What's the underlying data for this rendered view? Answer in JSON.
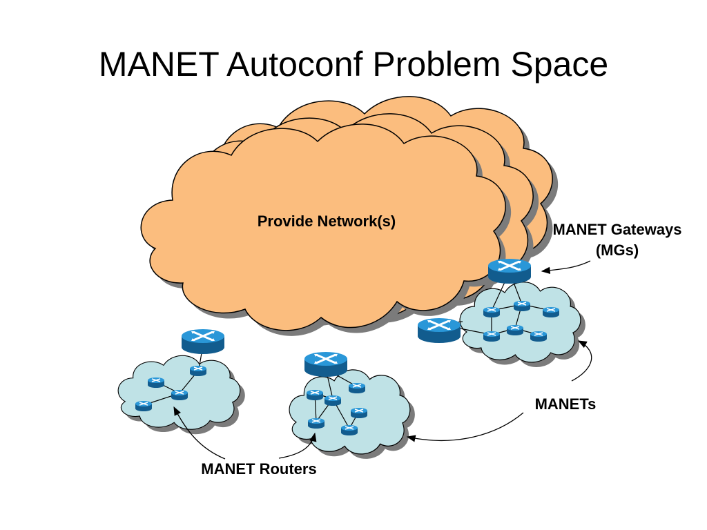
{
  "title": "MANET Autoconf Problem Space",
  "labels": {
    "provider_network": "Provide Network(s)",
    "gateways_line1": "MANET Gateways",
    "gateways_line2": "(MGs)",
    "manets": "MANETs",
    "routers": "MANET Routers"
  },
  "colors": {
    "provider_cloud": "#FBBD7E",
    "manet_cloud": "#BFE2E6",
    "gateway_router": "#1C86C6",
    "small_router": "#2A8FD0",
    "cloud_shadow": "#7B7B7B"
  },
  "icons": {
    "gateway": "router-icon",
    "node": "router-icon"
  }
}
